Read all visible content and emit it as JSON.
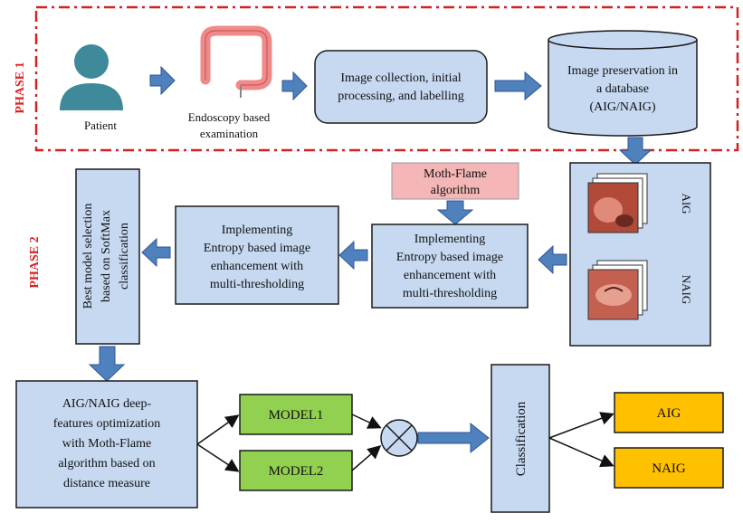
{
  "phases": {
    "phase1": "PHASE 1",
    "phase2": "PHASE 2"
  },
  "colors": {
    "box_fill": "#c6d9f1",
    "box_stroke": "#1a1a1a",
    "arrow": "#4f81bd",
    "arrow_stroke": "#2f5597",
    "phase_label": "#e02020",
    "dashed_border": "#d42020",
    "model_fill": "#92d050",
    "output_fill": "#ffc000",
    "moth_fill": "#f4b6b6",
    "patient_icon": "#3f8a9a",
    "colon": "#f08a8a"
  },
  "phase1": {
    "patient_label": "Patient",
    "endoscopy_label": [
      "Endoscopy based",
      "examination"
    ],
    "collection_box": [
      "Image collection, initial",
      "processing,  and labelling"
    ],
    "database_box": [
      "Image preservation in",
      "a database",
      "(AIG/NAIG)"
    ]
  },
  "phase2": {
    "moth_flame_box": [
      "Moth-Flame",
      "algorithm"
    ],
    "enhance_right": [
      "Implementing",
      "Entropy based image",
      "enhancement with",
      "multi-thresholding"
    ],
    "enhance_left": [
      "Implementing",
      "Entropy based image",
      "enhancement with",
      "multi-thresholding"
    ],
    "best_model_box": [
      "Best model selection",
      "based on SoftMax",
      "classification"
    ],
    "image_stack_labels": [
      "AIG",
      "NAIG"
    ]
  },
  "phase3": {
    "optimization_box": [
      "AIG/NAIG deep-",
      "features optimization",
      "with Moth-Flame",
      "algorithm based on",
      "distance measure"
    ],
    "model1": "MODEL1",
    "model2": "MODEL2",
    "fusion_icon": "multiply-circle-icon",
    "classification_box": "Classification",
    "output_aig": "AIG",
    "output_naig": "NAIG"
  }
}
